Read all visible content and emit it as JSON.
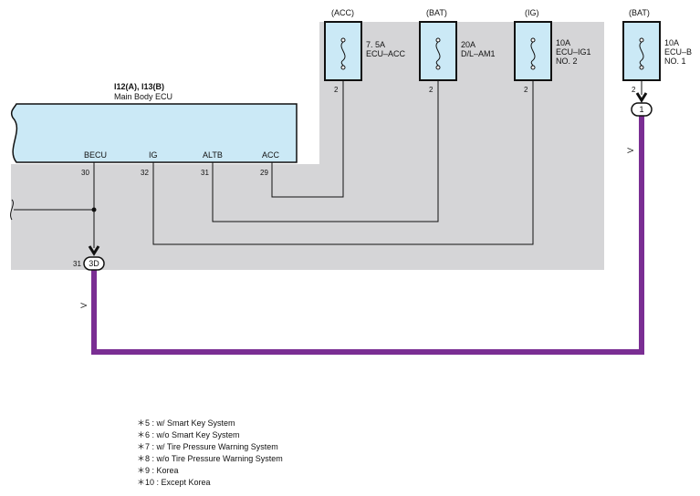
{
  "ecu": {
    "connector_label": "I12(A), I13(B)",
    "name": "Main Body ECU",
    "pins": [
      {
        "name": "BECU",
        "number": "30"
      },
      {
        "name": "IG",
        "number": "32"
      },
      {
        "name": "ALTB",
        "number": "31"
      },
      {
        "name": "ACC",
        "number": "29"
      }
    ]
  },
  "fuses": [
    {
      "source": "(ACC)",
      "rating": "7. 5A",
      "name": "ECU–ACC",
      "name2": "",
      "pin": "2"
    },
    {
      "source": "(BAT)",
      "rating": "20A",
      "name": "D/L–AM1",
      "name2": "",
      "pin": "2"
    },
    {
      "source": "(IG)",
      "rating": "10A",
      "name": "ECU–IG1",
      "name2": "NO. 2",
      "pin": "2"
    },
    {
      "source": "(BAT)",
      "rating": "10A",
      "name": "ECU–B",
      "name2": "NO. 1",
      "pin": "2"
    }
  ],
  "connectors": {
    "right": {
      "label": "1"
    },
    "left": {
      "label": "3D",
      "pin": "31"
    }
  },
  "wire": {
    "color_code": "V",
    "color": "#7a2e93"
  },
  "colors": {
    "shade": "#d5d5d7",
    "ecu_fill": "#cbe9f6",
    "fuse_fill": "#cbe9f6"
  },
  "notes": [
    "＊5 : w/ Smart Key System",
    "＊6 : w/o Smart Key System",
    "＊7 : w/ Tire Pressure Warning System",
    "＊8 : w/o Tire Pressure Warning System",
    "＊9 : Korea",
    "＊10 : Except Korea"
  ]
}
